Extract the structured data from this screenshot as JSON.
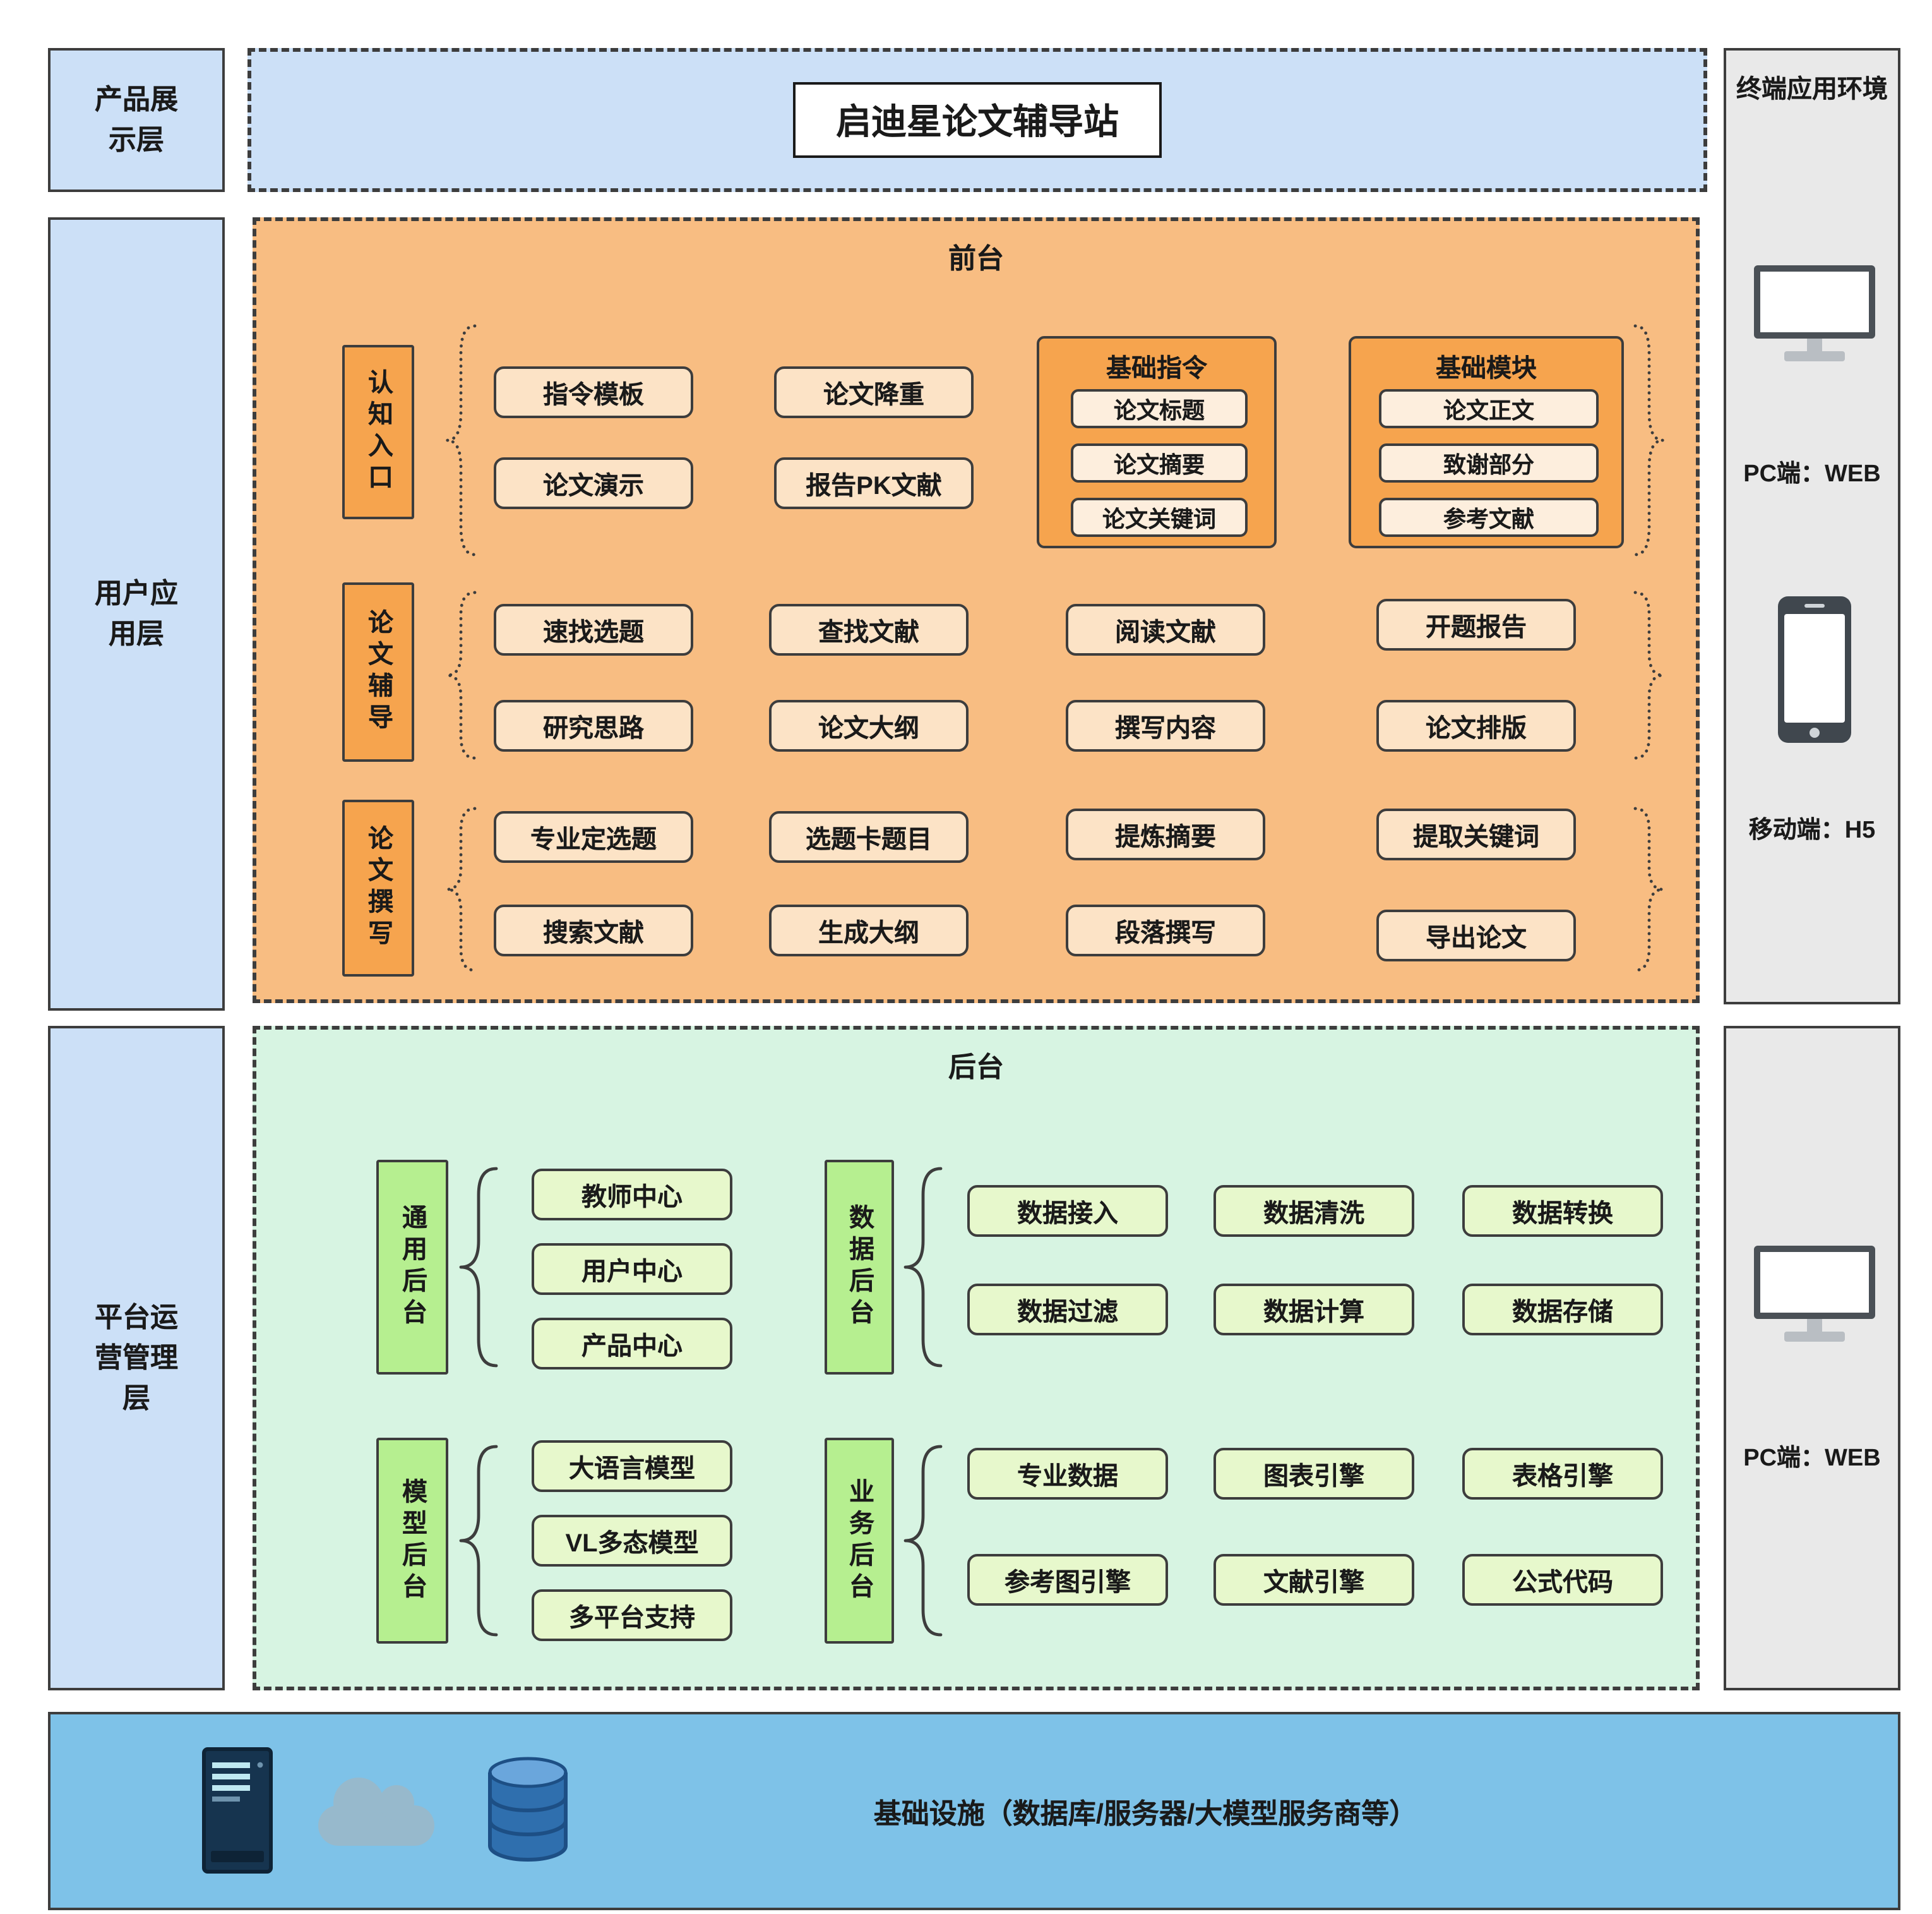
{
  "layers": {
    "product": "产品展示层",
    "user": "用户应用层",
    "platform": "平台运营管理层"
  },
  "title": "启迪星论文辅导站",
  "terminal": {
    "title": "终端应用环境",
    "pc": "PC端：WEB",
    "mobile": "移动端：H5"
  },
  "pc_panel": {
    "pc": "PC端：WEB"
  },
  "frontend": {
    "label": "前台",
    "row1": {
      "side": "认知入口",
      "boxes": [
        "指令模板",
        "论文演示",
        "论文降重",
        "报告PK文献"
      ],
      "group1": {
        "title": "基础指令",
        "items": [
          "论文标题",
          "论文摘要",
          "论文关键词"
        ]
      },
      "group2": {
        "title": "基础模块",
        "items": [
          "论文正文",
          "致谢部分",
          "参考文献"
        ]
      }
    },
    "row2": {
      "side": "论文辅导",
      "boxes": [
        "速找选题",
        "研究思路",
        "查找文献",
        "论文大纲",
        "阅读文献",
        "撰写内容",
        "开题报告",
        "论文排版"
      ]
    },
    "row3": {
      "side": "论文撰写",
      "boxes": [
        "专业定选题",
        "搜索文献",
        "选题卡题目",
        "生成大纲",
        "提炼摘要",
        "段落撰写",
        "提取关键词",
        "导出论文"
      ]
    }
  },
  "backend": {
    "label": "后台",
    "general": {
      "side": "通用后台",
      "items": [
        "教师中心",
        "用户中心",
        "产品中心"
      ]
    },
    "data": {
      "side": "数据后台",
      "items": [
        "数据接入",
        "数据清洗",
        "数据转换",
        "数据过滤",
        "数据计算",
        "数据存储"
      ]
    },
    "model": {
      "side": "模型后台",
      "items": [
        "大语言模型",
        "VL多态模型",
        "多平台支持"
      ]
    },
    "business": {
      "side": "业务后台",
      "items": [
        "专业数据",
        "图表引擎",
        "表格引擎",
        "参考图引擎",
        "文献引擎",
        "公式代码"
      ]
    }
  },
  "infrastructure": "基础设施（数据库/服务器/大模型服务商等）",
  "colors": {
    "layer_blue": "#cce0f7",
    "front_orange": "#f8bd82",
    "accent_orange": "#f6a44e",
    "box_peach": "#fce3c6",
    "back_mint": "#d7f4e2",
    "accent_green": "#b6ef90",
    "box_lightgreen": "#e7f8cc",
    "infra_blue": "#7ec2e8",
    "panel_gray": "#e9e9e9",
    "border_dark": "#3d3d3d"
  }
}
